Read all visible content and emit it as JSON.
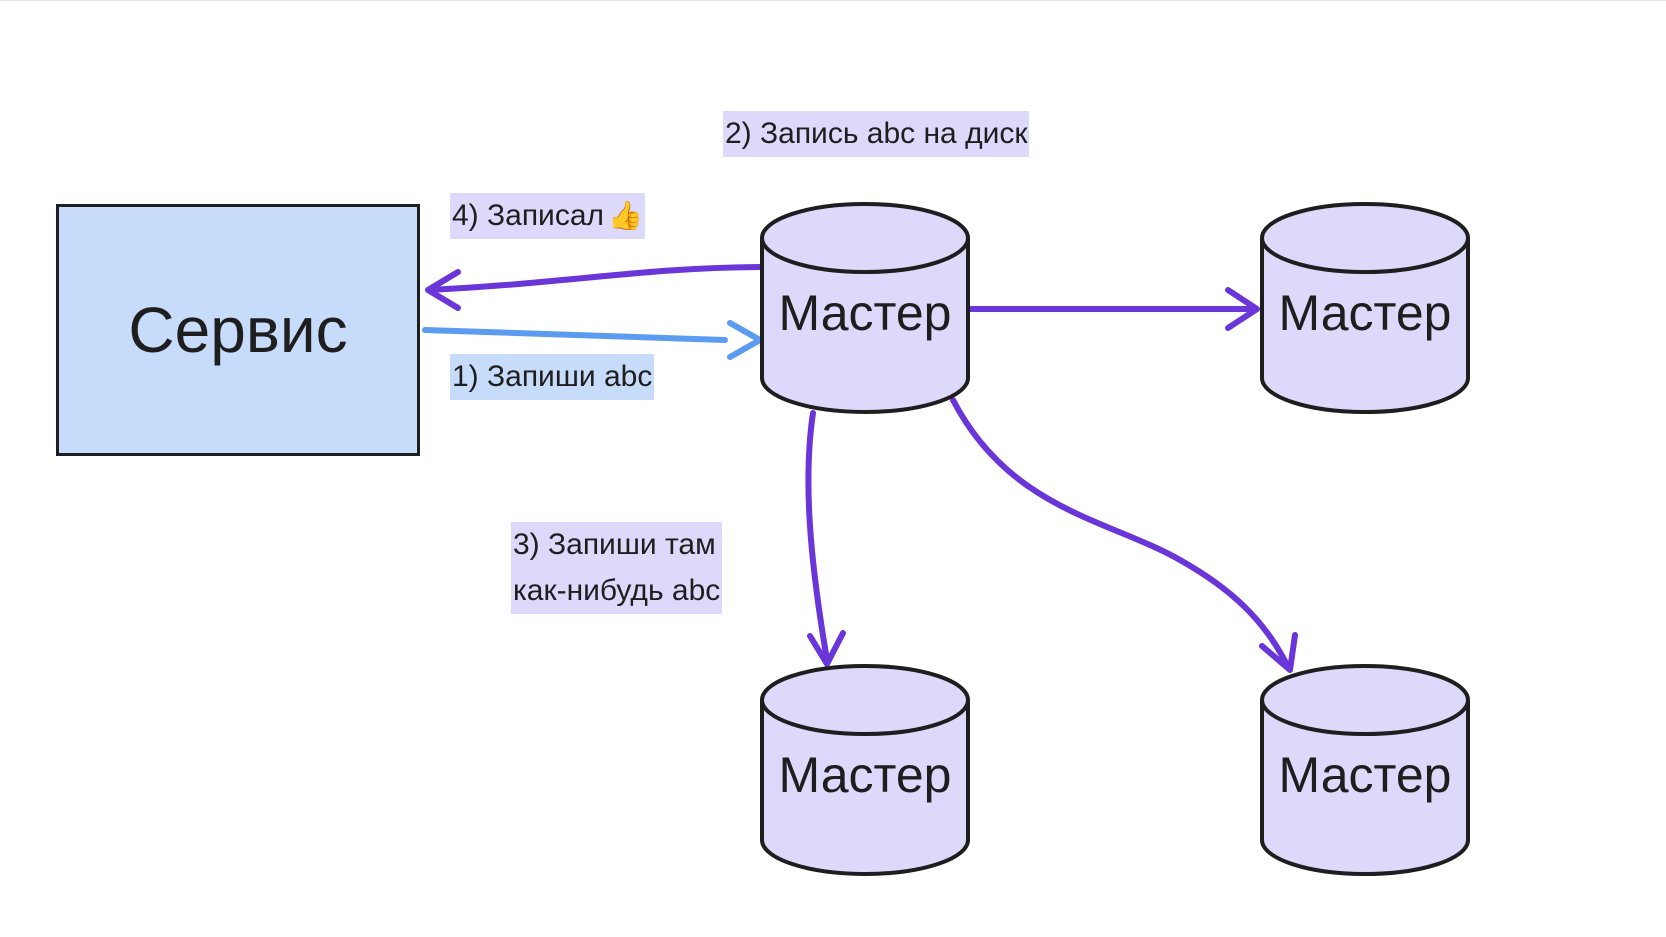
{
  "service": {
    "label": "Сервис"
  },
  "masters": [
    {
      "id": "main",
      "label": "Мастер"
    },
    {
      "id": "right",
      "label": "Мастер"
    },
    {
      "id": "bottom-left",
      "label": "Мастер"
    },
    {
      "id": "bottom-right",
      "label": "Мастер"
    }
  ],
  "steps": {
    "step1": "1) Запиши abc",
    "step2": "2) Запись abc на диск",
    "step3_line1": "3) Запиши там",
    "step3_line2": "как-нибудь abc",
    "step4": "4) Записал"
  },
  "icons": {
    "step4_icon": "thumbs-up-icon"
  },
  "colors": {
    "service_fill": "#c7dcfa",
    "db_fill": "#dcd9fb",
    "arrow_purple": "#6a35d9",
    "arrow_blue": "#5b9cf0",
    "stroke": "#1e1e1e"
  }
}
